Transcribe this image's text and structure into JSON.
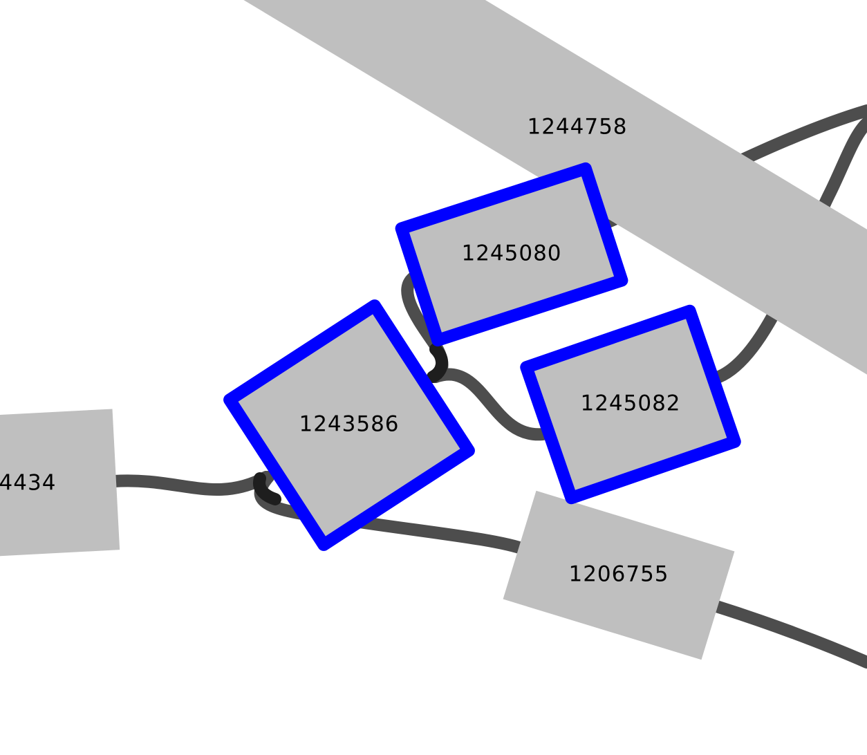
{
  "nodes": [
    {
      "id": "n-1244758",
      "label": "1244758",
      "selected": false
    },
    {
      "id": "n-1245080",
      "label": "1245080",
      "selected": true
    },
    {
      "id": "n-1243586",
      "label": "1243586",
      "selected": true
    },
    {
      "id": "n-1245082",
      "label": "1245082",
      "selected": true
    },
    {
      "id": "n-1206755",
      "label": "1206755",
      "selected": false
    },
    {
      "id": "n-4434",
      "label": "4434",
      "selected": false
    }
  ],
  "colors": {
    "node_fill": "#bfbfbf",
    "selection_outline": "#0000ff",
    "edge": "#4d4d4d",
    "label": "#000000",
    "background": "#ffffff"
  }
}
